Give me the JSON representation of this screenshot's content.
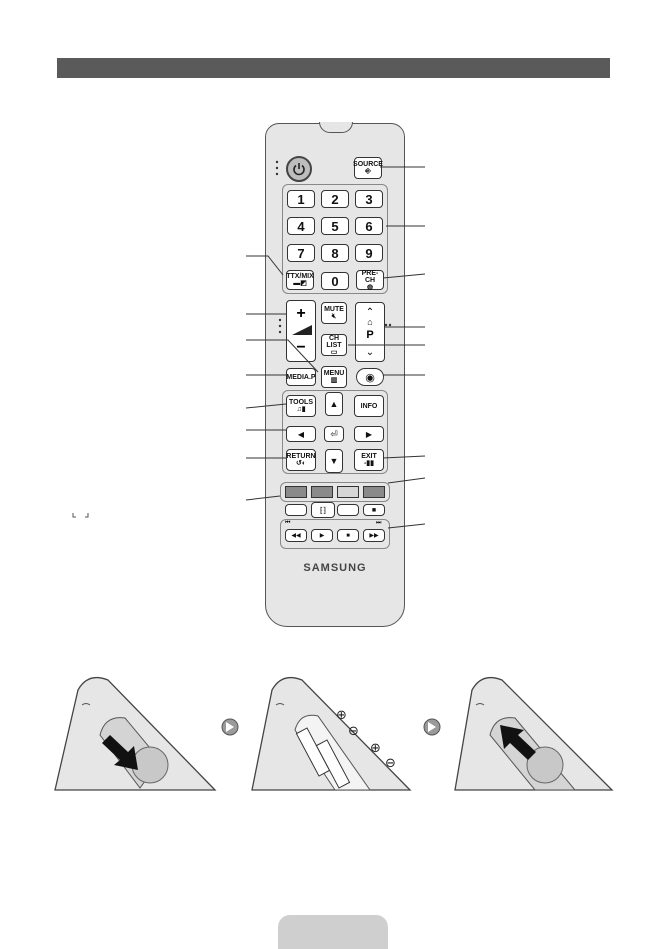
{
  "remote": {
    "brand": "SAMSUNG",
    "source_label": "SOURCE",
    "numbers": [
      "1",
      "2",
      "3",
      "4",
      "5",
      "6",
      "7",
      "8",
      "9",
      "0"
    ],
    "ttx_label": "TTX/MIX",
    "prech_label": "PRE-CH",
    "mute_label": "MUTE",
    "chlist_label": "CH LIST",
    "channel_label": "P",
    "media_label": "MEDIA.P",
    "menu_label": "MENU",
    "tools_label": "TOOLS",
    "info_label": "INFO",
    "return_label": "RETURN",
    "exit_label": "EXIT",
    "vol_plus": "+",
    "vol_minus": "−",
    "color_keys": [
      "#8a8a8a",
      "#8a8a8a",
      "#d6d6d6",
      "#8a8a8a"
    ]
  },
  "steps": {
    "plus_symbol": "⊕",
    "minus_symbol": "⊖"
  }
}
